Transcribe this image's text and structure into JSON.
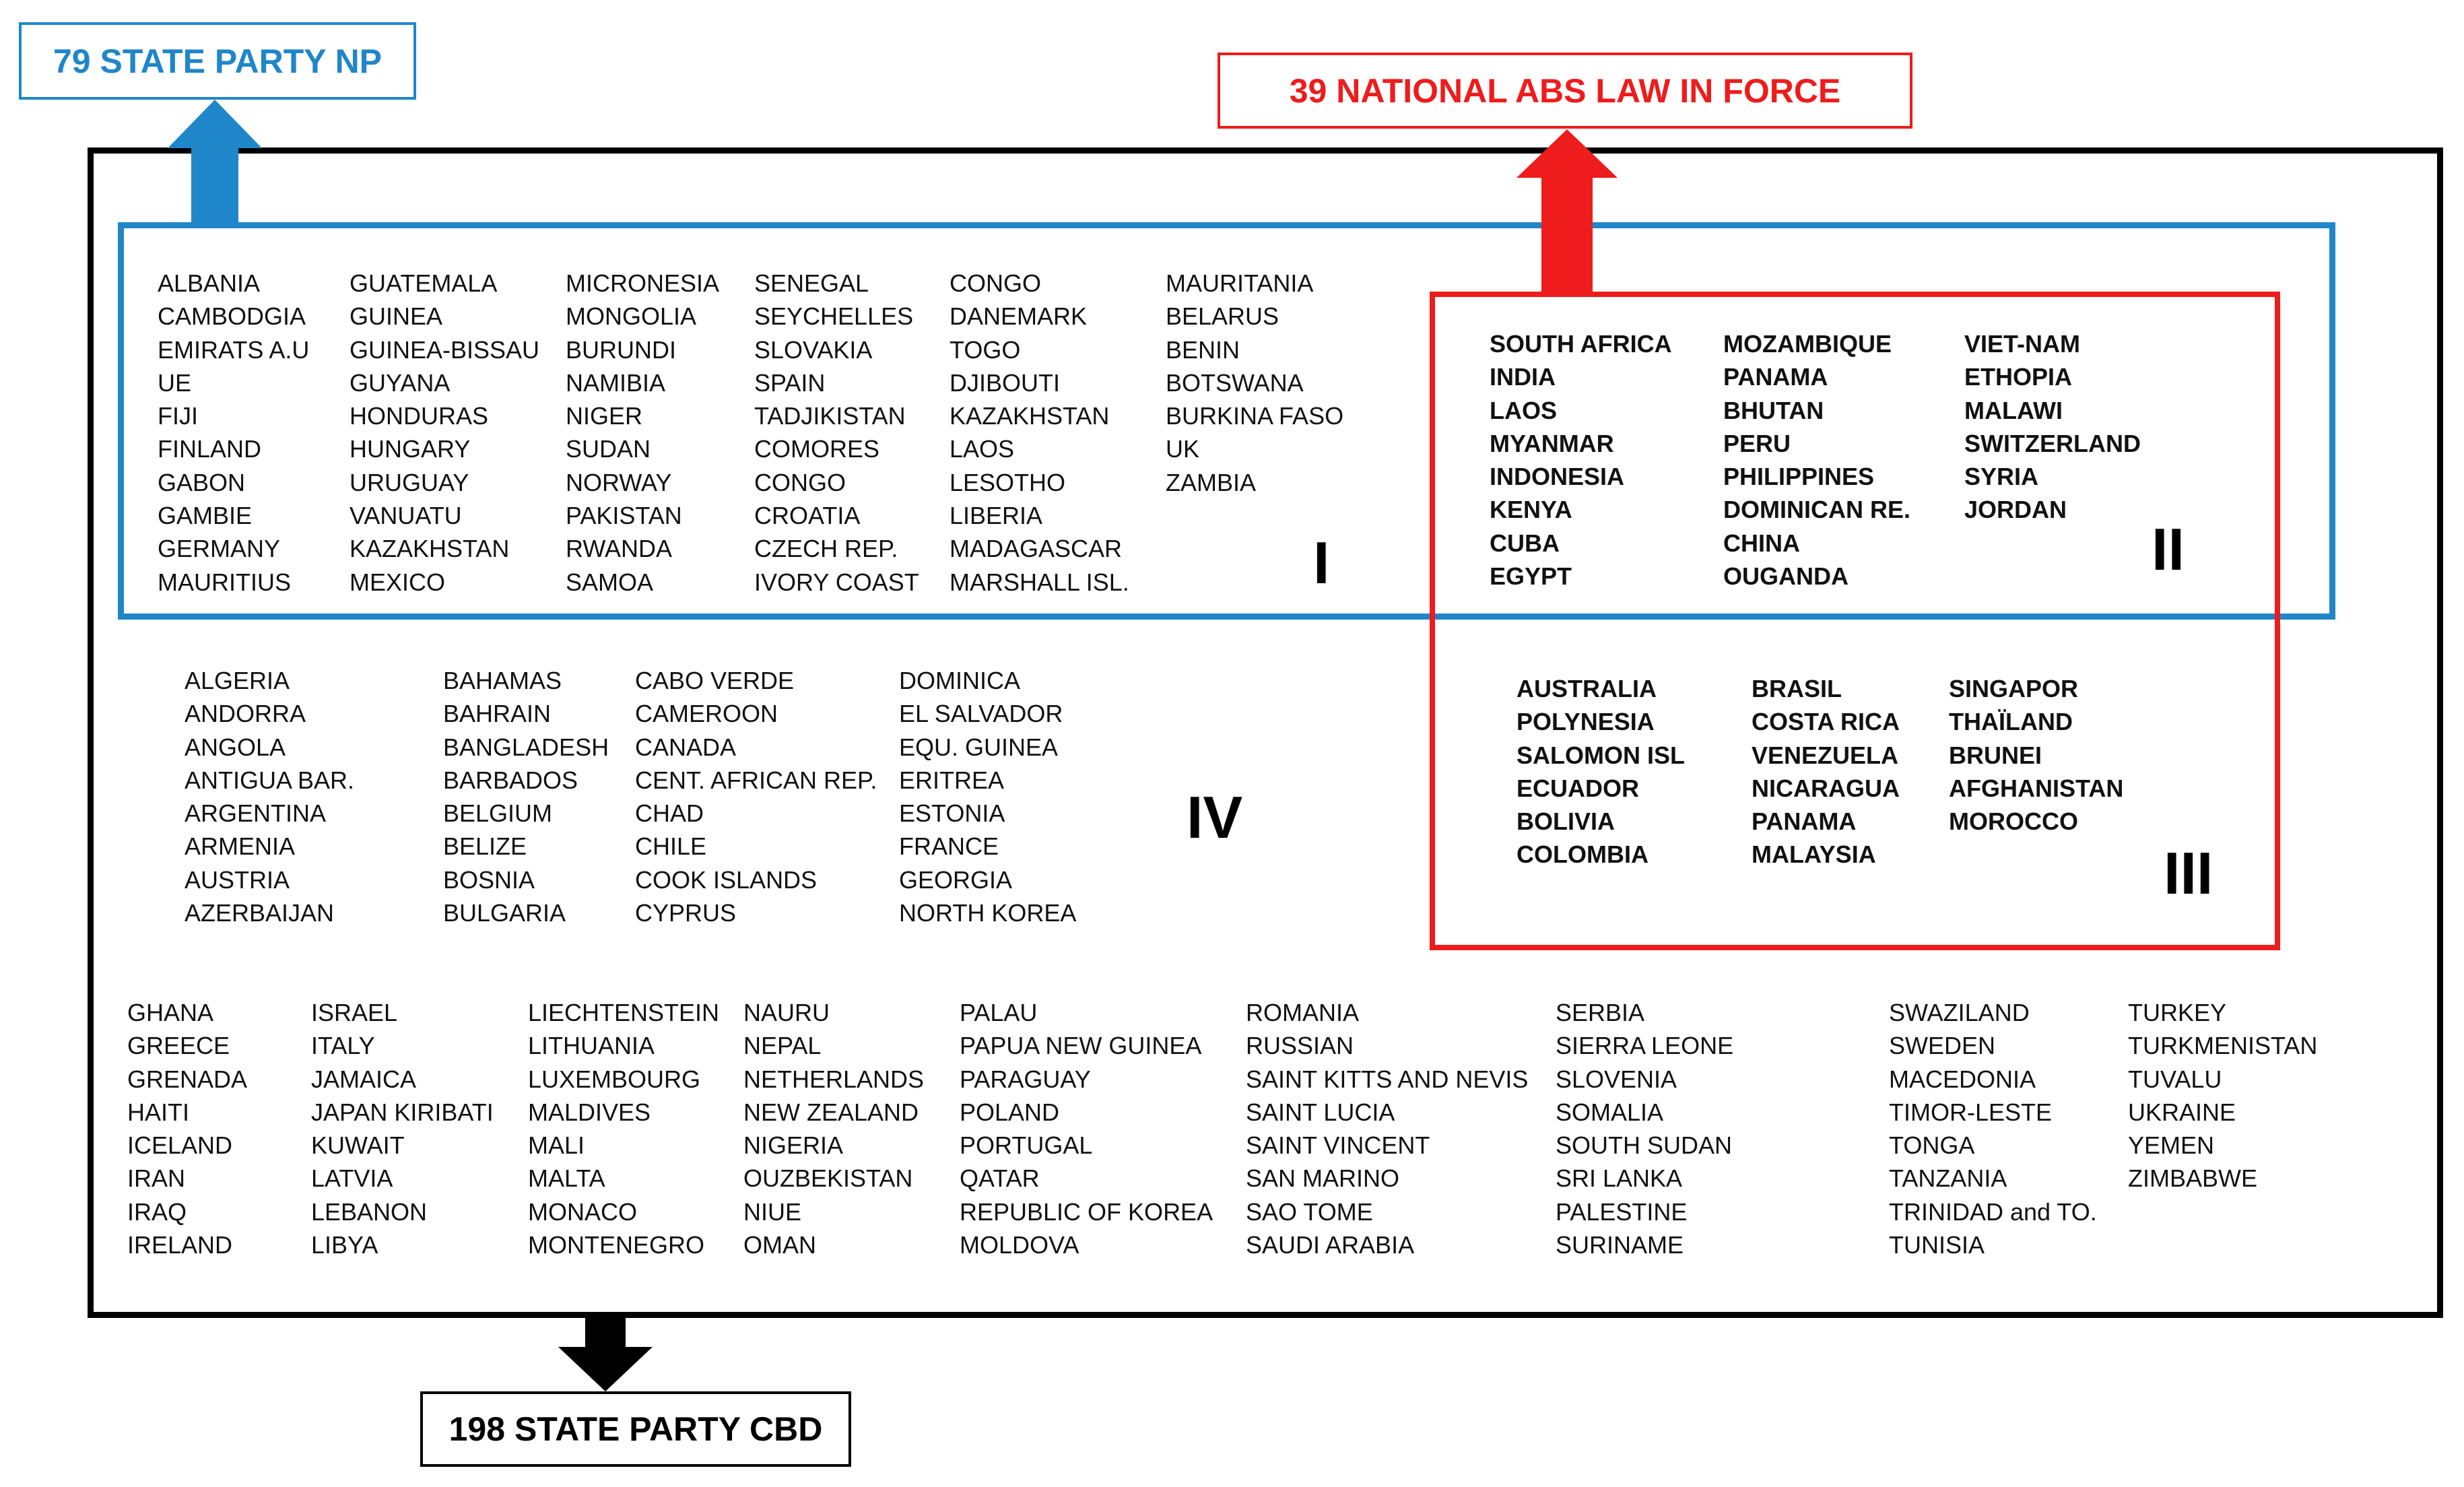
{
  "labels": {
    "np": "79 STATE PARTY NP",
    "abs": "39 NATIONAL ABS LAW IN FORCE",
    "cbd": "198 STATE PARTY CBD"
  },
  "colors": {
    "np": "#1f86c9",
    "abs": "#ee1c1c",
    "cbd": "#000000"
  },
  "regions": {
    "I": {
      "numeral": "I",
      "columns": [
        [
          "ALBANIA",
          "CAMBODGIA",
          "EMIRATS A.U",
          "UE",
          "FIJI",
          "FINLAND",
          "GABON",
          "GAMBIE",
          "GERMANY",
          "MAURITIUS"
        ],
        [
          "GUATEMALA",
          "GUINEA",
          "GUINEA-BISSAU",
          "GUYANA",
          "HONDURAS",
          "HUNGARY",
          "URUGUAY",
          "VANUATU",
          "KAZAKHSTAN",
          "MEXICO"
        ],
        [
          "MICRONESIA",
          "MONGOLIA",
          "BURUNDI",
          "NAMIBIA",
          "NIGER",
          "SUDAN",
          "NORWAY",
          "PAKISTAN",
          "RWANDA",
          "SAMOA"
        ],
        [
          "SENEGAL",
          "SEYCHELLES",
          "SLOVAKIA",
          "SPAIN",
          "TADJIKISTAN",
          "COMORES",
          "CONGO",
          "CROATIA",
          "CZECH REP.",
          "IVORY COAST"
        ],
        [
          "CONGO",
          "DANEMARK",
          "TOGO",
          "DJIBOUTI",
          "KAZAKHSTAN",
          "LAOS",
          "LESOTHO",
          "LIBERIA",
          "MADAGASCAR",
          "MARSHALL ISL."
        ],
        [
          "MAURITANIA",
          "BELARUS",
          "BENIN",
          "BOTSWANA",
          "BURKINA FASO",
          "UK",
          "ZAMBIA"
        ]
      ]
    },
    "II": {
      "numeral": "II",
      "columns": [
        [
          "SOUTH AFRICA",
          "INDIA",
          "LAOS",
          "MYANMAR",
          "INDONESIA",
          "KENYA",
          "CUBA",
          "EGYPT"
        ],
        [
          "MOZAMBIQUE",
          "PANAMA",
          "BHUTAN",
          "PERU",
          "PHILIPPINES",
          "DOMINICAN RE.",
          "CHINA",
          "OUGANDA"
        ],
        [
          "VIET-NAM",
          "ETHOPIA",
          "MALAWI",
          "SWITZERLAND",
          "SYRIA",
          "JORDAN"
        ]
      ]
    },
    "III": {
      "numeral": "III",
      "columns": [
        [
          "AUSTRALIA",
          "POLYNESIA",
          "SALOMON ISL",
          "ECUADOR",
          "BOLIVIA",
          "COLOMBIA"
        ],
        [
          "BRASIL",
          "COSTA RICA",
          "VENEZUELA",
          "NICARAGUA",
          "PANAMA",
          "MALAYSIA"
        ],
        [
          "SINGAPOR",
          "THAÏLAND",
          "BRUNEI",
          "AFGHANISTAN",
          "MOROCCO"
        ]
      ]
    },
    "IV": {
      "numeral": "IV",
      "columns": [
        [
          "ALGERIA",
          "ANDORRA",
          "ANGOLA",
          "ANTIGUA BAR.",
          "ARGENTINA",
          "ARMENIA",
          "AUSTRIA",
          "AZERBAIJAN"
        ],
        [
          "BAHAMAS",
          "BAHRAIN",
          "BANGLADESH",
          "BARBADOS",
          "BELGIUM",
          "BELIZE",
          "BOSNIA",
          "BULGARIA"
        ],
        [
          "CABO VERDE",
          "CAMEROON",
          "CANADA",
          "CENT. AFRICAN REP.",
          "CHAD",
          "CHILE",
          "COOK ISLANDS",
          "CYPRUS"
        ],
        [
          "DOMINICA",
          "EL SALVADOR",
          "EQU. GUINEA",
          "ERITREA",
          "ESTONIA",
          "FRANCE",
          "GEORGIA",
          "NORTH KOREA"
        ]
      ]
    },
    "other": {
      "columns": [
        [
          "GHANA",
          "GREECE",
          "GRENADA",
          "HAITI",
          "ICELAND",
          "IRAN",
          "IRAQ",
          "IRELAND"
        ],
        [
          "ISRAEL",
          "ITALY",
          "JAMAICA",
          "JAPAN KIRIBATI",
          "KUWAIT",
          "LATVIA",
          "LEBANON",
          "LIBYA"
        ],
        [
          "LIECHTENSTEIN",
          "LITHUANIA",
          "LUXEMBOURG",
          "MALDIVES",
          "MALI",
          "MALTA",
          "MONACO",
          "MONTENEGRO"
        ],
        [
          "NAURU",
          "NEPAL",
          "NETHERLANDS",
          "NEW ZEALAND",
          "NIGERIA",
          "OUZBEKISTAN",
          "NIUE",
          "OMAN"
        ],
        [
          "PALAU",
          "PAPUA NEW GUINEA",
          "PARAGUAY",
          "POLAND",
          "PORTUGAL",
          "QATAR",
          "REPUBLIC OF KOREA",
          "MOLDOVA"
        ],
        [
          "ROMANIA",
          "RUSSIAN",
          "SAINT KITTS AND NEVIS",
          "SAINT LUCIA",
          "SAINT VINCENT",
          "SAN MARINO",
          "SAO TOME",
          "SAUDI ARABIA"
        ],
        [
          "SERBIA",
          "SIERRA LEONE",
          "SLOVENIA",
          "SOMALIA",
          "SOUTH SUDAN",
          "SRI LANKA",
          "PALESTINE",
          "SURINAME"
        ],
        [
          "SWAZILAND",
          "SWEDEN",
          "MACEDONIA",
          "TIMOR-LESTE",
          "TONGA",
          "TANZANIA",
          "TRINIDAD and TO.",
          "TUNISIA"
        ],
        [
          "TURKEY",
          "TURKMENISTAN",
          "TUVALU",
          "UKRAINE",
          "YEMEN",
          "ZIMBABWE"
        ]
      ]
    }
  }
}
